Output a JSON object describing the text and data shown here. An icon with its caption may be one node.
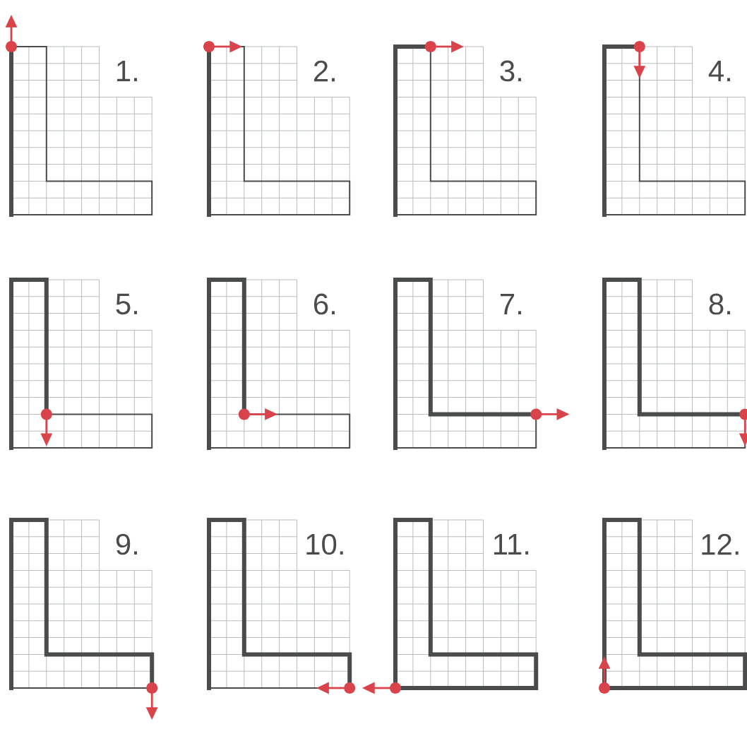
{
  "diagram": {
    "labels": [
      "1.",
      "2.",
      "3.",
      "4.",
      "5.",
      "6.",
      "7.",
      "8.",
      "9.",
      "10.",
      "11.",
      "12."
    ]
  }
}
